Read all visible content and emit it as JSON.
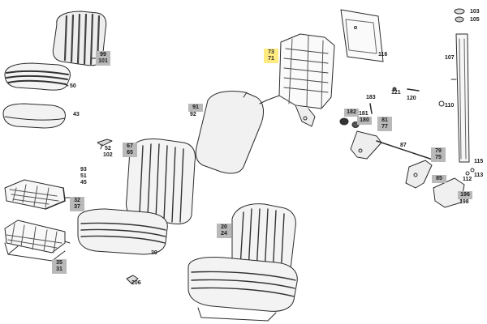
{
  "diagram": {
    "labels": {
      "l99": "99",
      "l101": "101",
      "l50": "50",
      "l43": "43",
      "l52": "52",
      "l102": "102",
      "l93": "93",
      "l51": "51",
      "l45": "45",
      "l32": "32",
      "l37": "37",
      "l35": "35",
      "l31": "31",
      "l67": "67",
      "l65": "65",
      "l30": "30",
      "l206": "206",
      "l91": "91",
      "l92": "92",
      "l20": "20",
      "l24": "24",
      "l73": "73",
      "l71": "71",
      "l116": "116",
      "l183": "183",
      "l182": "182",
      "l181": "181",
      "l180": "180",
      "l81": "81",
      "l77": "77",
      "l121": "121",
      "l120": "120",
      "l110": "110",
      "l87": "87",
      "l79": "79",
      "l75": "75",
      "l85": "85",
      "l112": "112",
      "l196": "196",
      "l198": "198",
      "l103": "103",
      "l105": "105",
      "l107": "107",
      "l115": "115",
      "l113": "113"
    }
  }
}
